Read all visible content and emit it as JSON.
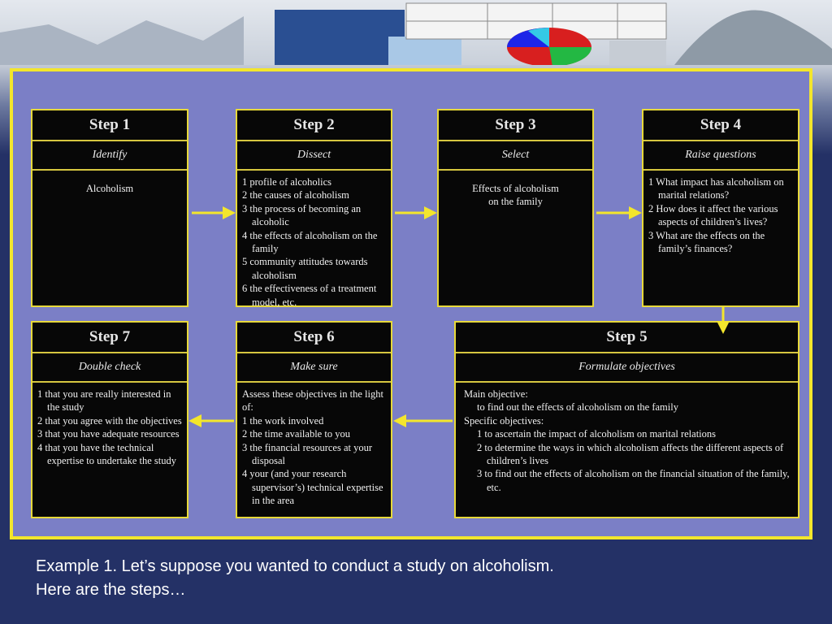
{
  "steps": [
    {
      "title": "Step 1",
      "subtitle": "Identify",
      "body": [
        "Alcoholism"
      ]
    },
    {
      "title": "Step 2",
      "subtitle": "Dissect",
      "body": [
        "1 profile of alcoholics",
        "2 the causes of alcoholism",
        "3 the process of becoming an alcoholic",
        "4 the effects of alcoholism on the family",
        "5 community attitudes towards alcoholism",
        "6 the effectiveness of a treatment model, etc."
      ]
    },
    {
      "title": "Step 3",
      "subtitle": "Select",
      "body": [
        "Effects of alcoholism",
        "on the family"
      ]
    },
    {
      "title": "Step 4",
      "subtitle": "Raise questions",
      "body": [
        "1 What impact has alcoholism on marital relations?",
        "2 How does it affect the various aspects of children’s lives?",
        "3 What are the effects on the family’s finances?"
      ]
    },
    {
      "title": "Step 5",
      "subtitle": "Formulate objectives",
      "body": [
        "Main objective:",
        "to find out the effects of alcoholism on the family",
        "Specific objectives:",
        "1 to ascertain the impact of alcoholism on marital relations",
        "2 to determine the ways in which alcoholism affects the different aspects of children’s lives",
        "3 to find out the effects of alcoholism on the financial situation of the family, etc."
      ]
    },
    {
      "title": "Step 6",
      "subtitle": "Make sure",
      "body": [
        "Assess these objectives in the light of:",
        "1 the work involved",
        "2 the time available to you",
        "3 the financial resources at your disposal",
        "4 your (and your research supervisor’s) technical expertise in the area"
      ]
    },
    {
      "title": "Step 7",
      "subtitle": "Double check",
      "body": [
        "1 that you are really interested in the study",
        "2 that you agree with the objectives",
        "3 that you have adequate resources",
        "4 that you have the technical expertise to undertake the study"
      ]
    }
  ],
  "caption": {
    "line1": "Example 1.  Let’s suppose you wanted to conduct a study on alcoholism.",
    "line2": "Here are the steps…"
  },
  "colors": {
    "panel": "#7b7fc6",
    "border": "#f3e62c",
    "arrow": "#f3e62c",
    "box": "#070707",
    "background": "#243166"
  }
}
